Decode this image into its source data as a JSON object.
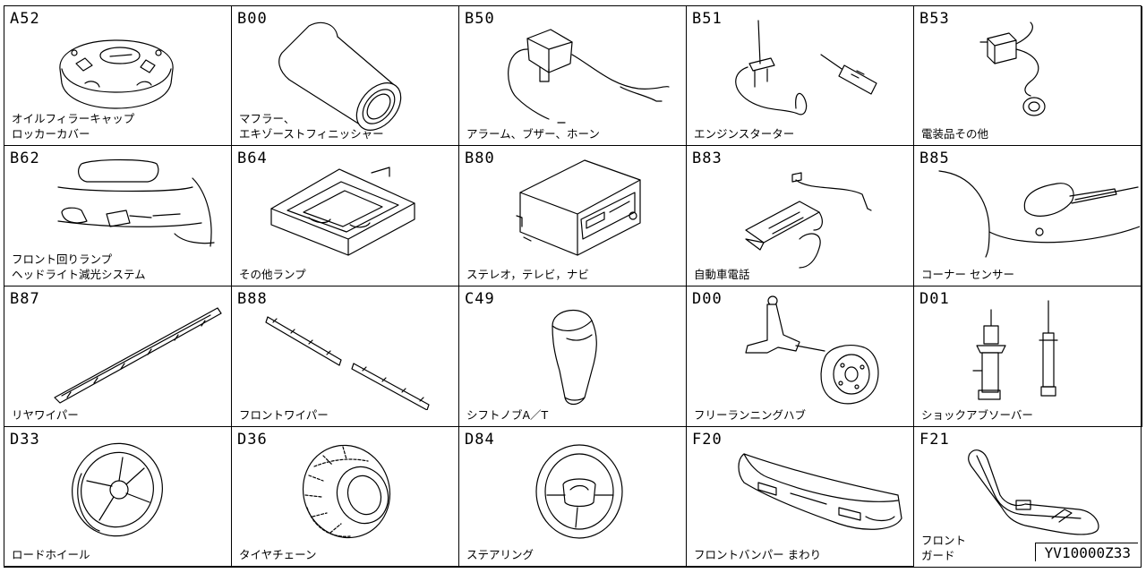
{
  "cells": [
    {
      "code": "A52",
      "label": "オイルフィラーキャップ\nロッカーカバー",
      "icon": "oil-filler-cap-illustration"
    },
    {
      "code": "B00",
      "label": "マフラー、\nエキゾーストフィニッシャー",
      "icon": "muffler-illustration"
    },
    {
      "code": "B50",
      "label": "アラーム、ブザー、ホーン",
      "icon": "alarm-buzzer-illustration"
    },
    {
      "code": "B51",
      "label": "エンジンスターター",
      "icon": "engine-starter-illustration"
    },
    {
      "code": "B53",
      "label": "電装品その他",
      "icon": "electrical-parts-illustration"
    },
    {
      "code": "B62",
      "label": "フロント回りランプ\nヘッドライト減光システム",
      "icon": "front-lamp-illustration"
    },
    {
      "code": "B64",
      "label": "その他ランプ",
      "icon": "room-lamp-illustration"
    },
    {
      "code": "B80",
      "label": "ステレオ，テレビ，ナビ",
      "icon": "stereo-unit-illustration"
    },
    {
      "code": "B83",
      "label": "自動車電話",
      "icon": "car-phone-illustration"
    },
    {
      "code": "B85",
      "label": "コーナー センサー",
      "icon": "corner-sensor-illustration"
    },
    {
      "code": "B87",
      "label": "リヤワイパー",
      "icon": "rear-wiper-illustration"
    },
    {
      "code": "B88",
      "label": "フロントワイパー",
      "icon": "front-wiper-illustration"
    },
    {
      "code": "C49",
      "label": "シフトノブA／T",
      "icon": "shift-knob-illustration"
    },
    {
      "code": "D00",
      "label": "フリーランニングハブ",
      "icon": "free-running-hub-illustration"
    },
    {
      "code": "D01",
      "label": "ショックアブソーバー",
      "icon": "shock-absorber-illustration"
    },
    {
      "code": "D33",
      "label": "ロードホイール",
      "icon": "road-wheel-illustration"
    },
    {
      "code": "D36",
      "label": "タイヤチェーン",
      "icon": "tire-chain-illustration"
    },
    {
      "code": "D84",
      "label": "ステアリング",
      "icon": "steering-wheel-illustration"
    },
    {
      "code": "F20",
      "label": "フロントバンパー まわり",
      "icon": "front-bumper-illustration"
    },
    {
      "code": "F21",
      "label": "フロント\nガード",
      "icon": "front-guard-illustration"
    }
  ],
  "footer_code": "YV10000Z33"
}
